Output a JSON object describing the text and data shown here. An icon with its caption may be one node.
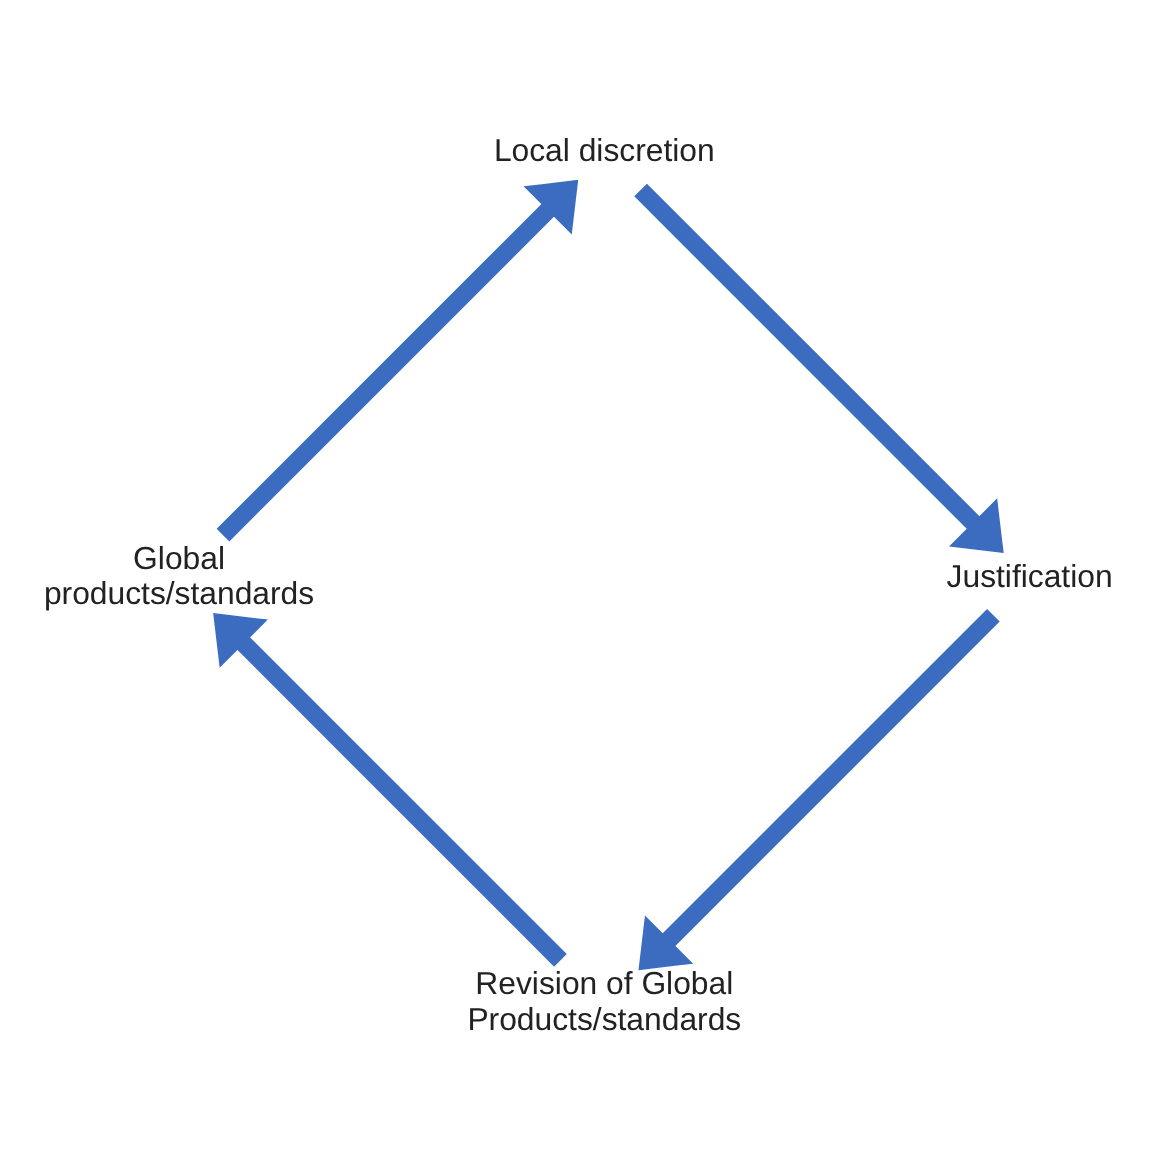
{
  "diagram": {
    "nodes": [
      {
        "text": [
          "Revision of Global Products/standards"
        ]
      },
      {
        "text": [
          "Global products/standards"
        ]
      },
      {
        "text": [
          "Local discretion"
        ]
      },
      {
        "text": [
          "Justification"
        ]
      }
    ],
    "edges": [
      {
        "from": 0,
        "to": 1,
        "arrow": "to"
      },
      {
        "from": 1,
        "to": 2,
        "arrow": "to"
      },
      {
        "from": 2,
        "to": 3,
        "arrow": "to"
      },
      {
        "from": 3,
        "to": 0,
        "arrow": "to"
      }
    ]
  }
}
